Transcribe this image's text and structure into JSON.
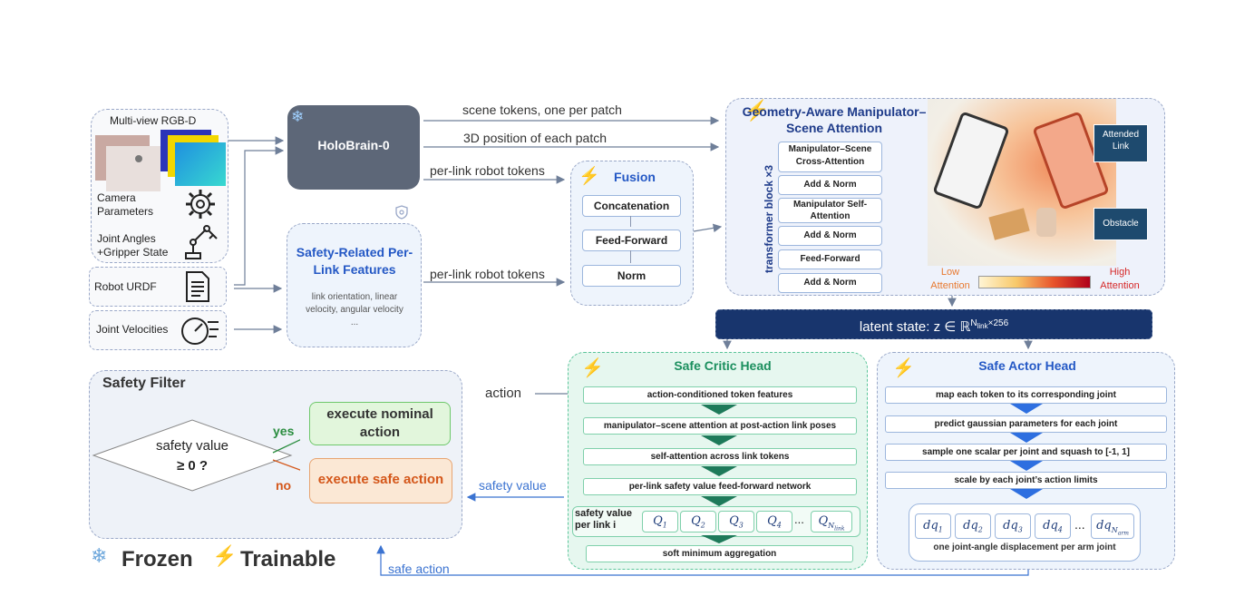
{
  "inputs": {
    "rgbd": "Multi-view RGB-D",
    "camera": "Camera Parameters",
    "joint_angles": "Joint Angles +Gripper State",
    "urdf": "Robot URDF",
    "velocities": "Joint Velocities"
  },
  "holobrain": {
    "title": "HoloBrain-0"
  },
  "arrows": {
    "scene_tokens": "scene tokens, one per patch",
    "position_3d": "3D position of each patch",
    "per_link_tokens_1": "per-link robot tokens",
    "per_link_tokens_2": "per-link robot tokens",
    "action": "action",
    "safety_value": "safety value",
    "safe_action": "safe action"
  },
  "safety_features": {
    "title": "Safety-Related Per-Link Features",
    "desc": "link orientation, linear velocity, angular velocity",
    "ellipsis": "..."
  },
  "fusion": {
    "title": "Fusion",
    "steps": [
      "Concatenation",
      "Feed-Forward",
      "Norm"
    ]
  },
  "geometry": {
    "title": "Geometry-Aware Manipulator–Scene Attention",
    "block_label": "transformer block ×3",
    "layers": [
      "Manipulator–Scene Cross-Attention",
      "Add & Norm",
      "Manipulator Self-Attention",
      "Add & Norm",
      "Feed-Forward",
      "Add & Norm"
    ],
    "attended_link": "Attended Link",
    "obstacle": "Obstacle",
    "low": "Low Attention",
    "high": "High Attention"
  },
  "latent": {
    "text": "latent state: z ∈ ℝ",
    "sup": "N",
    "sup_sub": "link",
    "sup_tail": "×256"
  },
  "critic": {
    "title": "Safe Critic Head",
    "steps": [
      "action-conditioned token features",
      "manipulator–scene attention at post-action link poses",
      "self-attention across link tokens",
      "per-link safety value feed-forward network"
    ],
    "q_label": "safety value per link i",
    "q_items": [
      "Q",
      "Q",
      "Q",
      "Q"
    ],
    "q_subs": [
      "1",
      "2",
      "3",
      "4"
    ],
    "q_last": "Q",
    "q_last_sub": "N",
    "q_last_subsub": "link",
    "ellipsis": "...",
    "aggregation": "soft minimum aggregation"
  },
  "actor": {
    "title": "Safe Actor Head",
    "steps": [
      "map each token to its corresponding joint",
      "predict gaussian parameters for each joint",
      "sample one scalar per joint and squash to [-1, 1]",
      "scale by each joint’s action limits"
    ],
    "dq_items": [
      "dq",
      "dq",
      "dq",
      "dq"
    ],
    "dq_subs": [
      "1",
      "2",
      "3",
      "4"
    ],
    "dq_last": "dq",
    "dq_last_sub": "N",
    "dq_last_subsub": "arm",
    "ellipsis": "...",
    "dq_label": "one joint-angle displacement per arm joint"
  },
  "filter": {
    "title": "Safety Filter",
    "condition_1": "safety value",
    "condition_2": "≥ 0 ?",
    "yes": "yes",
    "no": "no",
    "nominal": "execute nominal action",
    "safe": "execute safe action"
  },
  "legend": {
    "frozen": "Frozen",
    "trainable": "Trainable"
  },
  "colors": {
    "frozen_gray": "#5d6778",
    "blue_title": "#2458c5",
    "critic_green": "#1b8f5e",
    "latent_navy": "#18356d",
    "yes_green": "#2a8d3f",
    "no_orange": "#d4571a",
    "lightning": "#f5b400",
    "snowflake": "#6fa8dc"
  }
}
